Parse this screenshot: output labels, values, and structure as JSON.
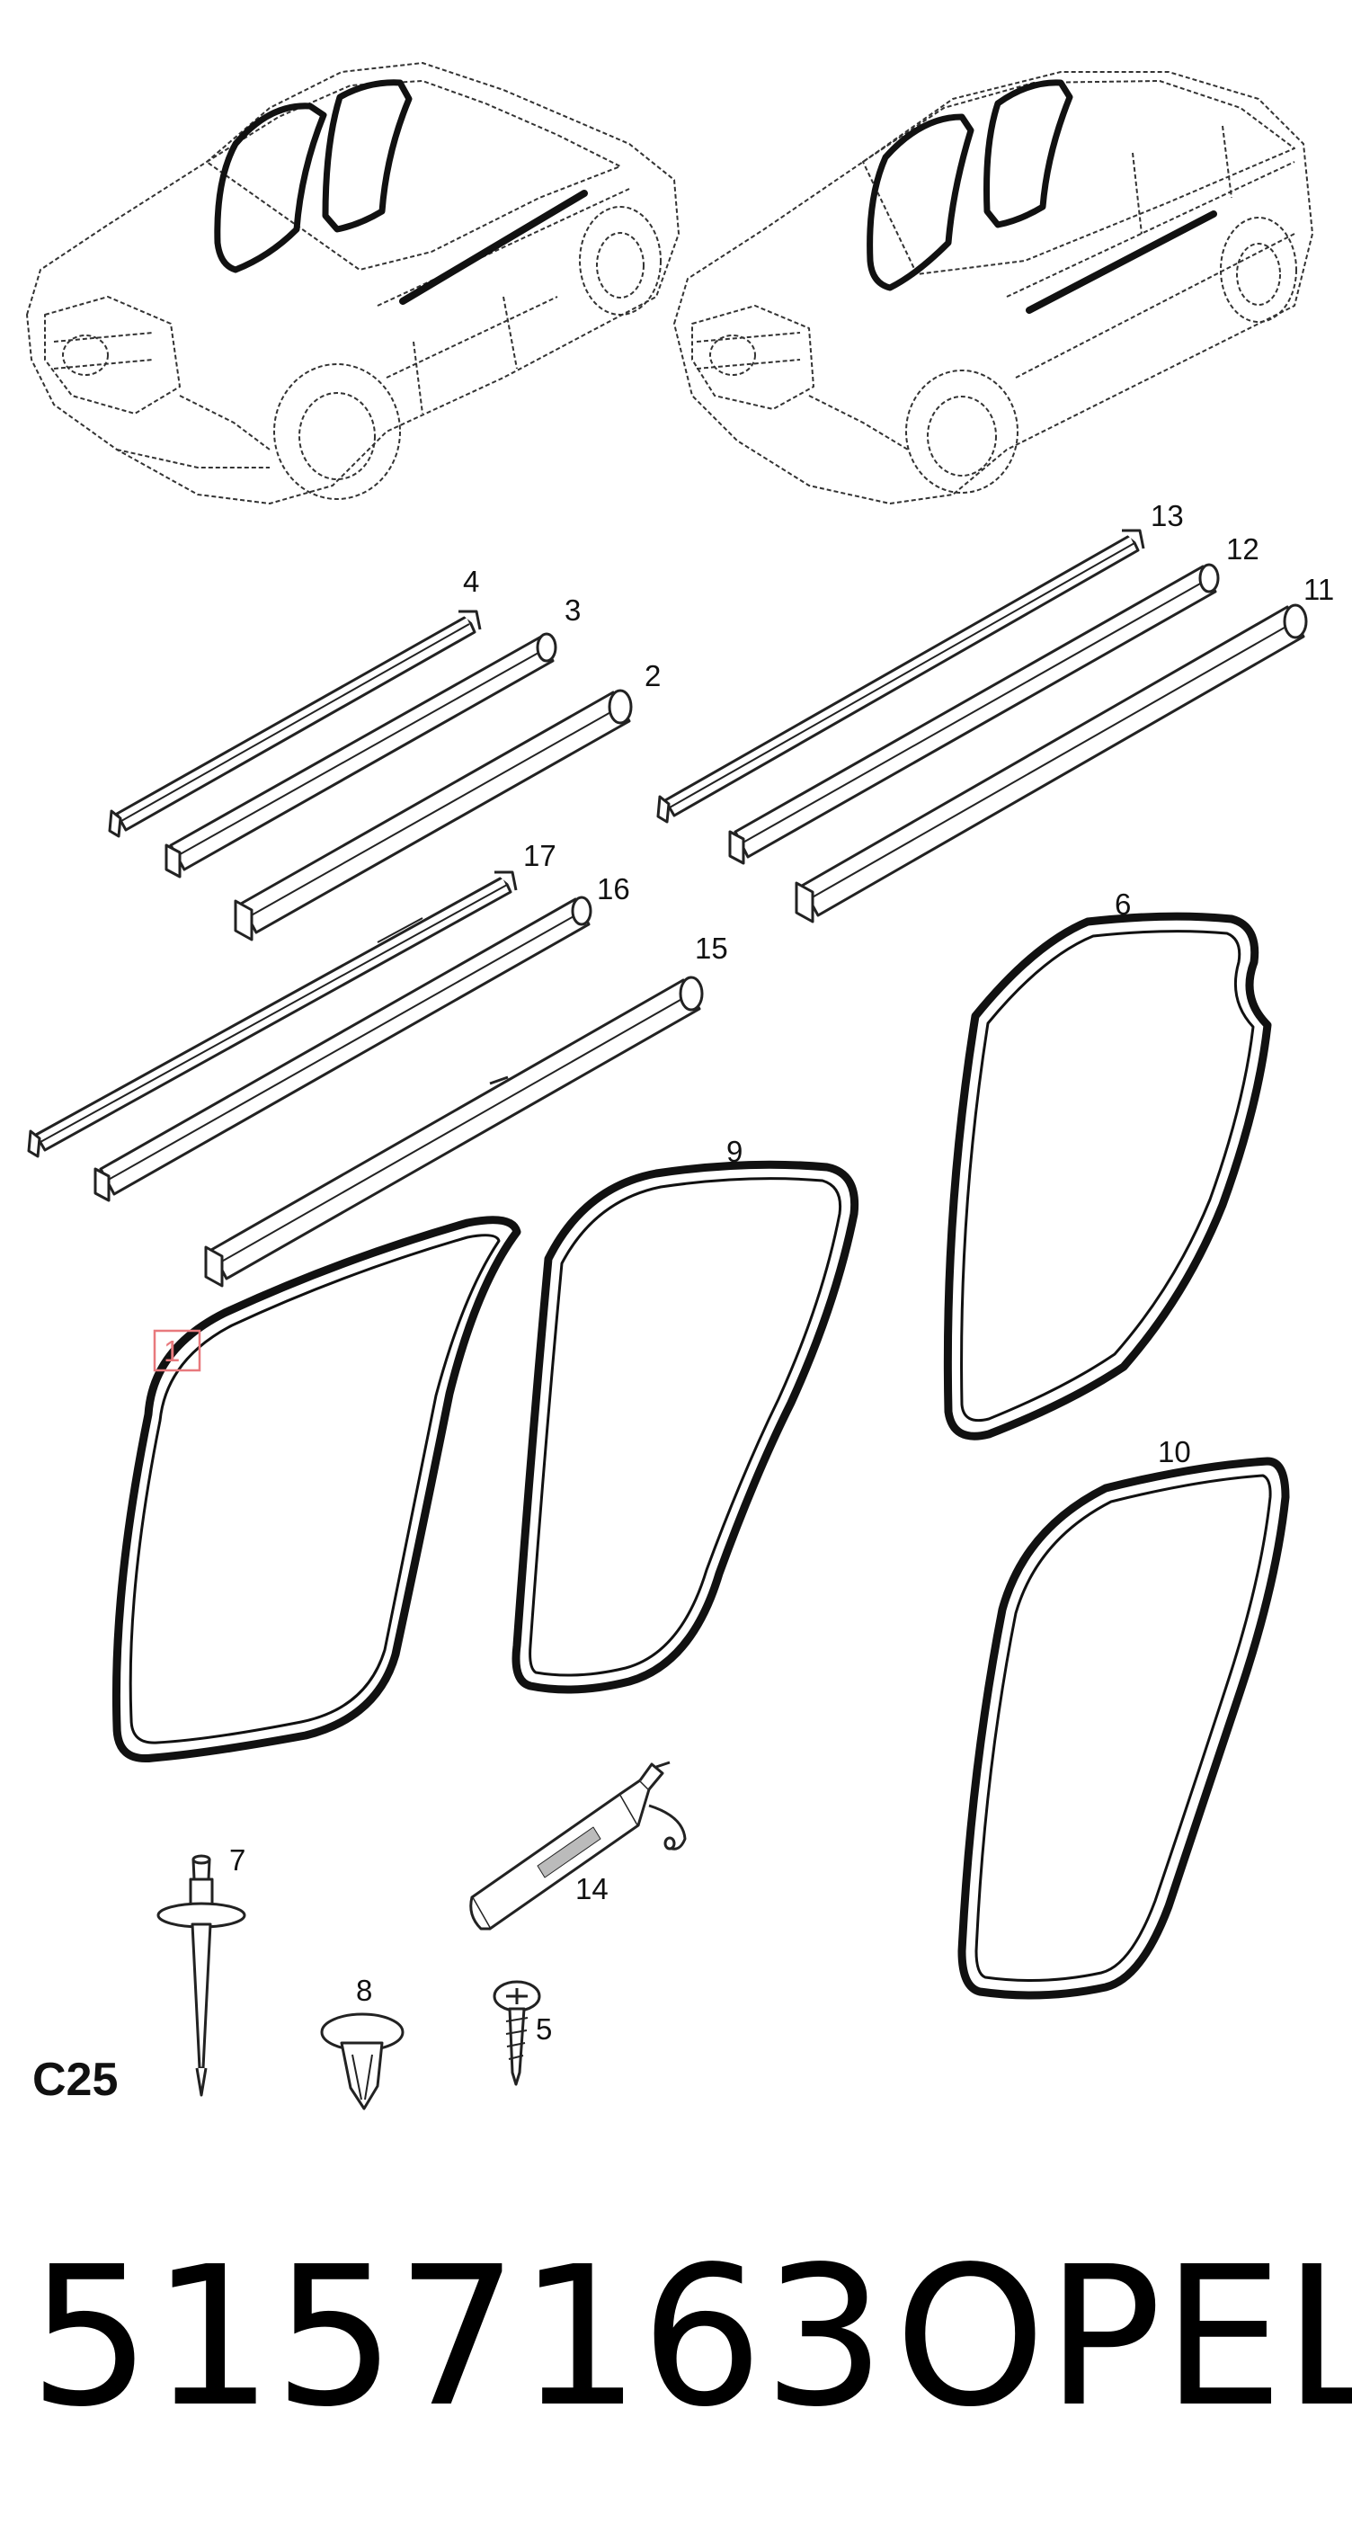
{
  "diagram": {
    "sheet_code": "C25",
    "highlighted_part": "1",
    "highlight_color": "#e8797d",
    "parts": [
      {
        "id": "p1",
        "label": "1"
      },
      {
        "id": "p2",
        "label": "2"
      },
      {
        "id": "p3",
        "label": "3"
      },
      {
        "id": "p4",
        "label": "4"
      },
      {
        "id": "p5",
        "label": "5"
      },
      {
        "id": "p6",
        "label": "6"
      },
      {
        "id": "p7",
        "label": "7"
      },
      {
        "id": "p8",
        "label": "8"
      },
      {
        "id": "p9",
        "label": "9"
      },
      {
        "id": "p10",
        "label": "10"
      },
      {
        "id": "p11",
        "label": "11"
      },
      {
        "id": "p12",
        "label": "12"
      },
      {
        "id": "p13",
        "label": "13"
      },
      {
        "id": "p14",
        "label": "14"
      },
      {
        "id": "p15",
        "label": "15"
      },
      {
        "id": "p16",
        "label": "16"
      },
      {
        "id": "p17",
        "label": "17"
      }
    ]
  },
  "footer": {
    "part_number": "5157163",
    "brand": "OPEL"
  }
}
